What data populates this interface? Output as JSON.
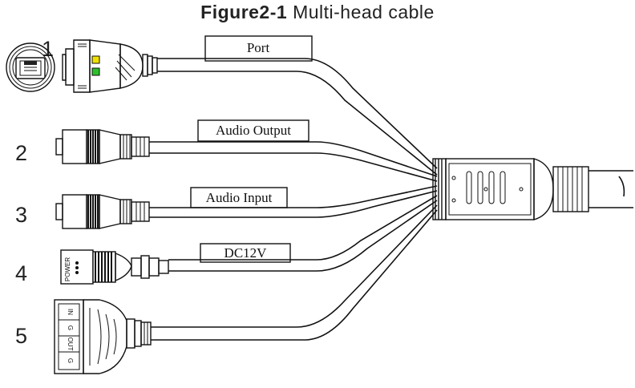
{
  "figure": {
    "number": "Figure2-1",
    "title": "Multi-head cable"
  },
  "connectors": [
    {
      "number": "1",
      "label": "Port"
    },
    {
      "number": "2",
      "label": "Audio Output"
    },
    {
      "number": "3",
      "label": "Audio Input"
    },
    {
      "number": "4",
      "label": "DC12V"
    },
    {
      "number": "5",
      "label": ""
    }
  ],
  "power_jack": {
    "text": "POWER"
  },
  "terminal_block": {
    "pins": [
      "IN",
      "G",
      "OUT",
      "G"
    ]
  },
  "colors": {
    "led_yellow": "#f0e000",
    "led_green": "#2cc02c",
    "line": "#111111"
  }
}
